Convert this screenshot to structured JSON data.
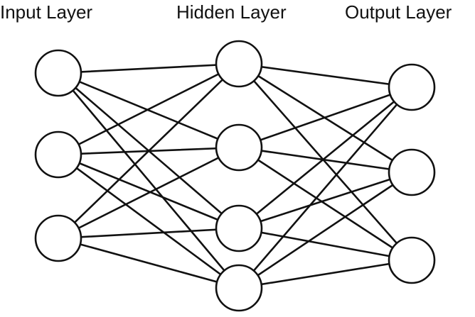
{
  "diagram": {
    "layers": [
      {
        "title": "Input Layer",
        "node_count": 3
      },
      {
        "title": "Hidden Layer",
        "node_count": 4
      },
      {
        "title": "Output Layer",
        "node_count": 3
      }
    ],
    "connectivity": "fully-connected between adjacent layers",
    "colors": {
      "stroke": "#111111",
      "node_fill": "#ffffff",
      "background": "#ffffff",
      "text": "#111111"
    }
  }
}
